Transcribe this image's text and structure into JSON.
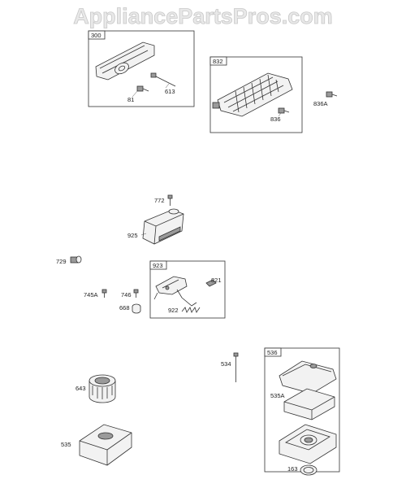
{
  "watermark": "AppliancePartsPros.com",
  "boxes": {
    "b300": "300",
    "b832": "832",
    "b923": "923",
    "b536": "536"
  },
  "labels": {
    "p81": "81",
    "p613": "613",
    "p836": "836",
    "p836A": "836A",
    "p772": "772",
    "p925": "925",
    "p729": "729",
    "p745A": "745A",
    "p746": "746",
    "p668": "668",
    "p821": "821",
    "p922": "922",
    "p534": "534",
    "p535A": "535A",
    "p643": "643",
    "p535": "535",
    "p163": "163"
  }
}
